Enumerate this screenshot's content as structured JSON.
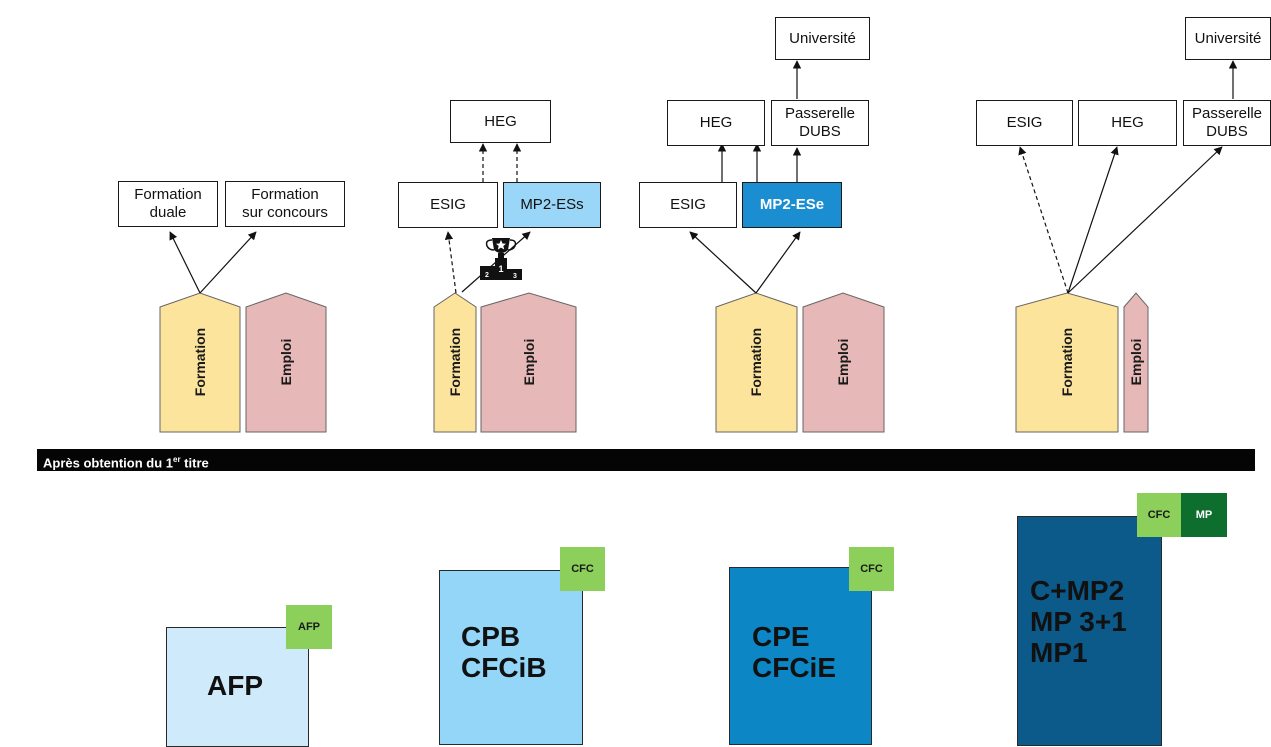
{
  "columns": [
    {
      "id": "afp",
      "top_boxes": [
        {
          "id": "formation-duale",
          "label": "Formation\nduale"
        },
        {
          "id": "formation-concours",
          "label": "Formation\nsur concours"
        }
      ],
      "pillars": [
        {
          "label": "Formation"
        },
        {
          "label": "Emploi"
        }
      ],
      "certificate": {
        "label": "AFP",
        "badges": [
          "AFP"
        ]
      }
    },
    {
      "id": "cpb",
      "top_boxes": [
        {
          "id": "heg",
          "label": "HEG"
        },
        {
          "id": "esig",
          "label": "ESIG"
        },
        {
          "id": "mp2-ess",
          "label": "MP2-ESs"
        }
      ],
      "pillars": [
        {
          "label": "Formation"
        },
        {
          "label": "Emploi"
        }
      ],
      "trophy_ranks": [
        "1",
        "2",
        "3"
      ],
      "certificate": {
        "label": "CPB\nCFCiB",
        "badges": [
          "CFC"
        ]
      }
    },
    {
      "id": "cpe",
      "top_boxes": [
        {
          "id": "universite",
          "label": "Université"
        },
        {
          "id": "heg",
          "label": "HEG"
        },
        {
          "id": "passerelle",
          "label": "Passerelle\nDUBS"
        },
        {
          "id": "esig",
          "label": "ESIG"
        },
        {
          "id": "mp2-ese",
          "label": "MP2-ESe"
        }
      ],
      "pillars": [
        {
          "label": "Formation"
        },
        {
          "label": "Emploi"
        }
      ],
      "certificate": {
        "label": "CPE\nCFCiE",
        "badges": [
          "CFC"
        ]
      }
    },
    {
      "id": "cmp",
      "top_boxes": [
        {
          "id": "universite",
          "label": "Université"
        },
        {
          "id": "esig",
          "label": "ESIG"
        },
        {
          "id": "heg",
          "label": "HEG"
        },
        {
          "id": "passerelle",
          "label": "Passerelle\nDUBS"
        }
      ],
      "pillars": [
        {
          "label": "Formation"
        },
        {
          "label": "Emploi"
        }
      ],
      "certificate": {
        "label": "C+MP2\nMP 3+1\nMP1",
        "badges": [
          "CFC",
          "MP"
        ]
      }
    }
  ],
  "banner": {
    "text": "Après obtention du 1",
    "superscript": "er",
    "suffix": " titre"
  },
  "colors": {
    "formation": "#fde49c",
    "emploi": "#e6b8b7",
    "banner": "#050505",
    "cert_afp": "#cfeafb",
    "cert_cpb": "#93d6f7",
    "cert_cpe": "#0d86c6",
    "cert_cmp": "#0b5a8a",
    "badge_green": "#8ccf5a",
    "badge_dark_green": "#0e6e2e",
    "mp2_ess": "#9ad6f7",
    "mp2_ese": "#1a8ed0"
  }
}
